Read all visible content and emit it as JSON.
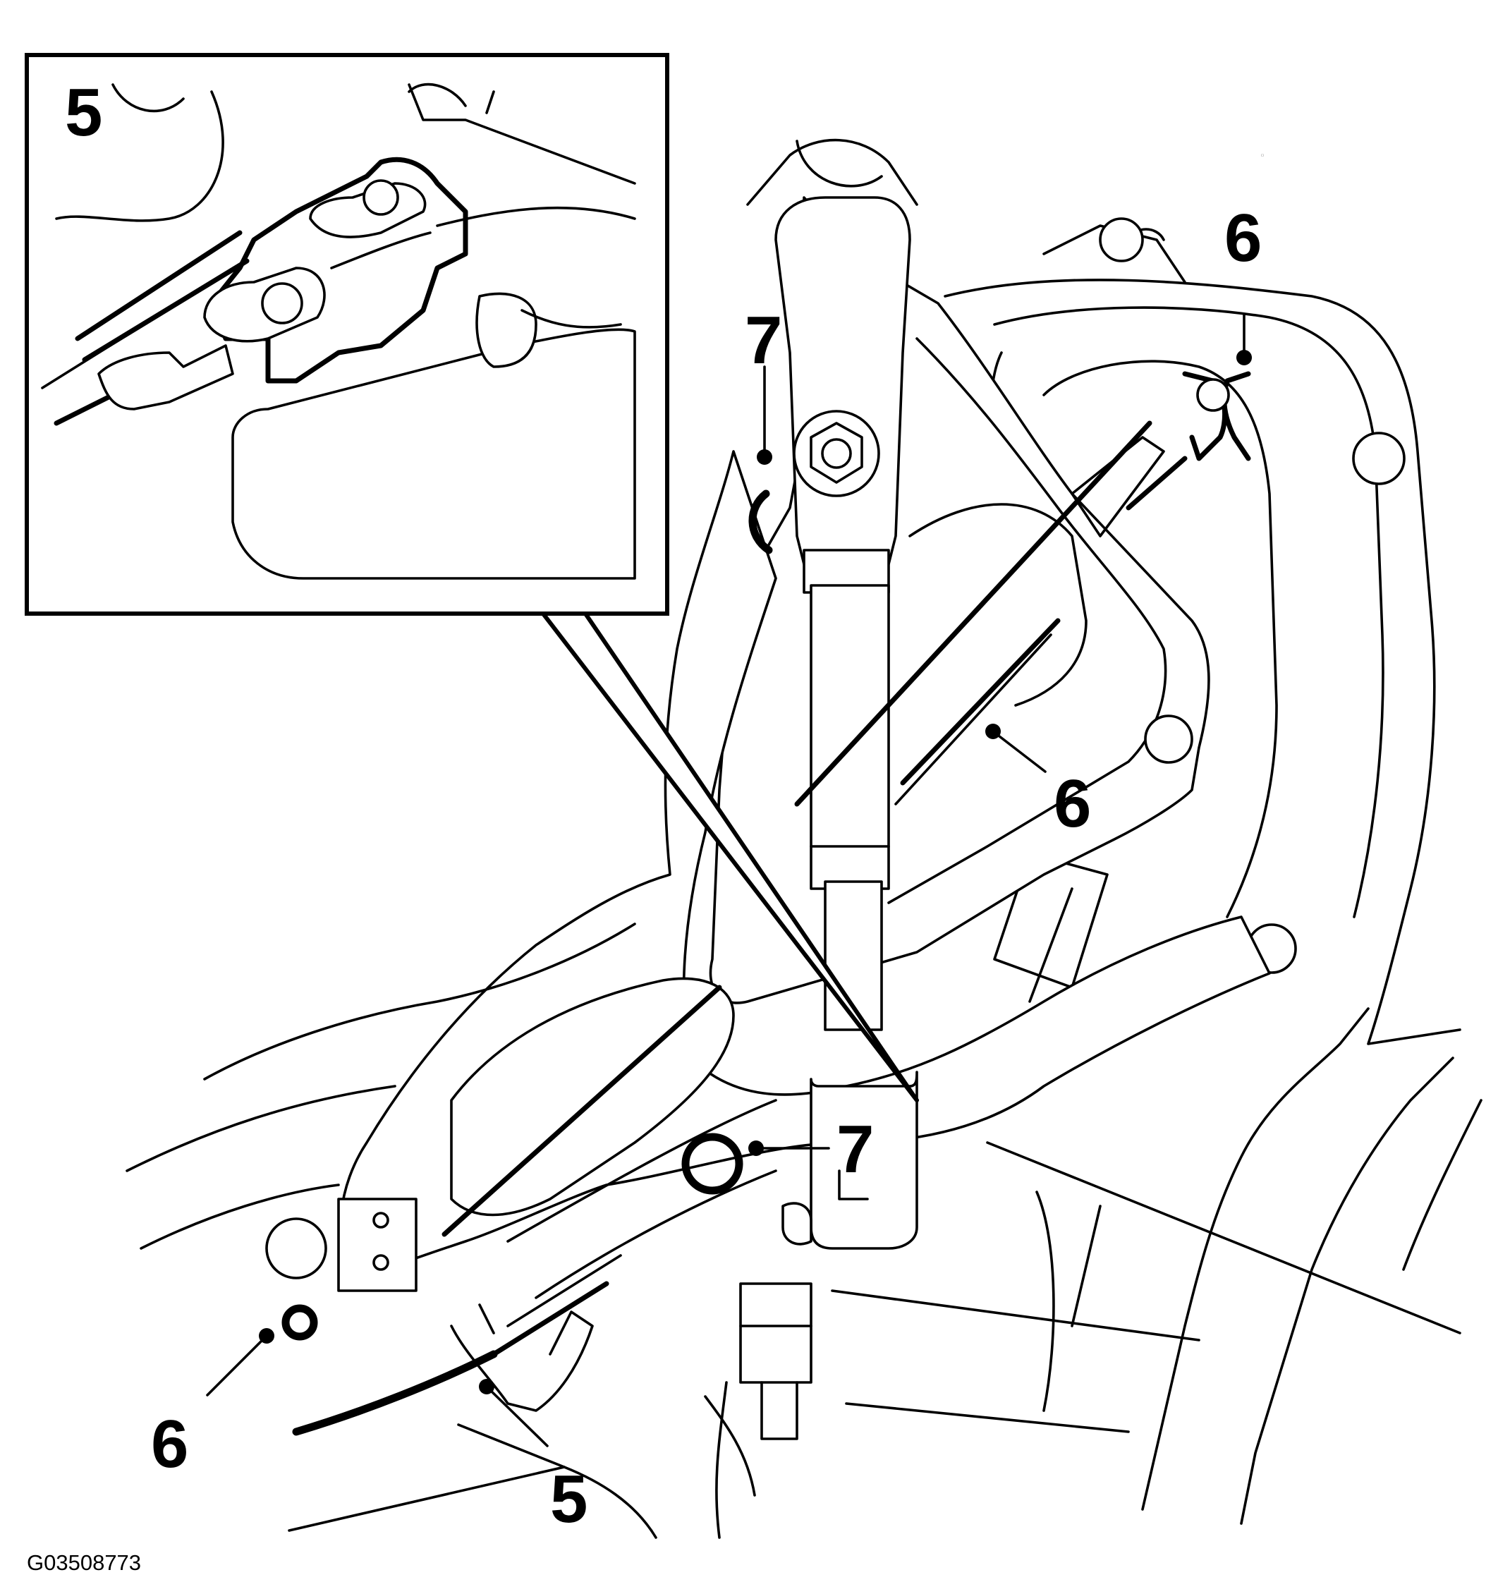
{
  "figure": {
    "code": "G03508773"
  },
  "inset": {
    "label": "5"
  },
  "callouts": [
    {
      "id": "pivot-bolt-upper",
      "label": "7"
    },
    {
      "id": "cable-clip-upper-right",
      "label": "6"
    },
    {
      "id": "cable-mid",
      "label": "6"
    },
    {
      "id": "pivot-bolt-lower",
      "label": "7"
    },
    {
      "id": "cable-end-left",
      "label": "6"
    },
    {
      "id": "cable-lower",
      "label": "5"
    }
  ],
  "colors": {
    "line": "#000000",
    "background": "#ffffff"
  }
}
